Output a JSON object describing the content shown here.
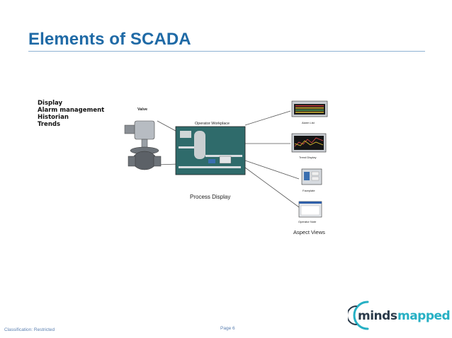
{
  "slide": {
    "title": "Elements of SCADA",
    "bullets": [
      "Display",
      "Alarm management",
      "Historian",
      "Trends"
    ]
  },
  "diagram": {
    "valve_label": "Valve",
    "workplace_label": "Operator Workplace",
    "process_display_label": "Process Display",
    "views": [
      {
        "label": "Alarm List"
      },
      {
        "label": "Trend Display"
      },
      {
        "label": "Faceplate"
      },
      {
        "label": "Operator Note"
      }
    ],
    "aspect_views_label": "Aspect Views"
  },
  "footer": {
    "classification": "Classification: Restricted",
    "page": "Page 6"
  },
  "logo": {
    "text_left": "minds",
    "text_right": "mapped",
    "colors": {
      "dark": "#2a3a4a",
      "accent": "#26b0c4"
    }
  },
  "colors": {
    "title": "#1f6aa6",
    "rule": "#8fb3d3",
    "footer": "#5a7fb0",
    "screen_bg": "#2f6b6b"
  }
}
